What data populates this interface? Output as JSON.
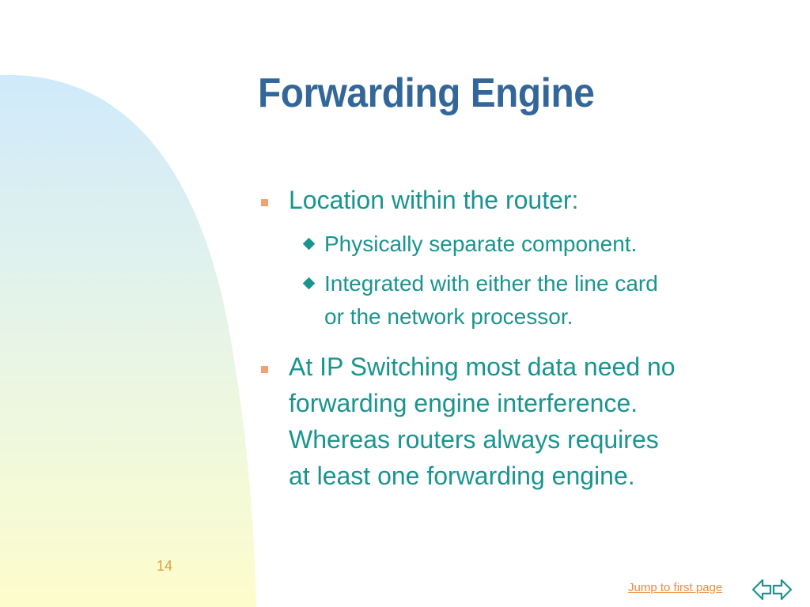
{
  "slide": {
    "title": "Forwarding Engine",
    "bullets": [
      {
        "text": "Location within the router:",
        "sub": [
          "Physically separate component.",
          [
            "Integrated with either the line card",
            "or the network processor."
          ]
        ]
      },
      {
        "lines": [
          "At IP Switching most data need no",
          "forwarding engine interference.",
          "Whereas routers always requires",
          "at least one forwarding engine."
        ]
      }
    ],
    "page_number": "14"
  },
  "footer": {
    "jump_label": "Jump to first page",
    "nav_icon": "left-right-arrows-icon"
  },
  "colors": {
    "title": "#336699",
    "body": "#1a948f",
    "bullet": "#f2a173",
    "link": "#f08a3c",
    "page_number": "#d9a23c"
  }
}
